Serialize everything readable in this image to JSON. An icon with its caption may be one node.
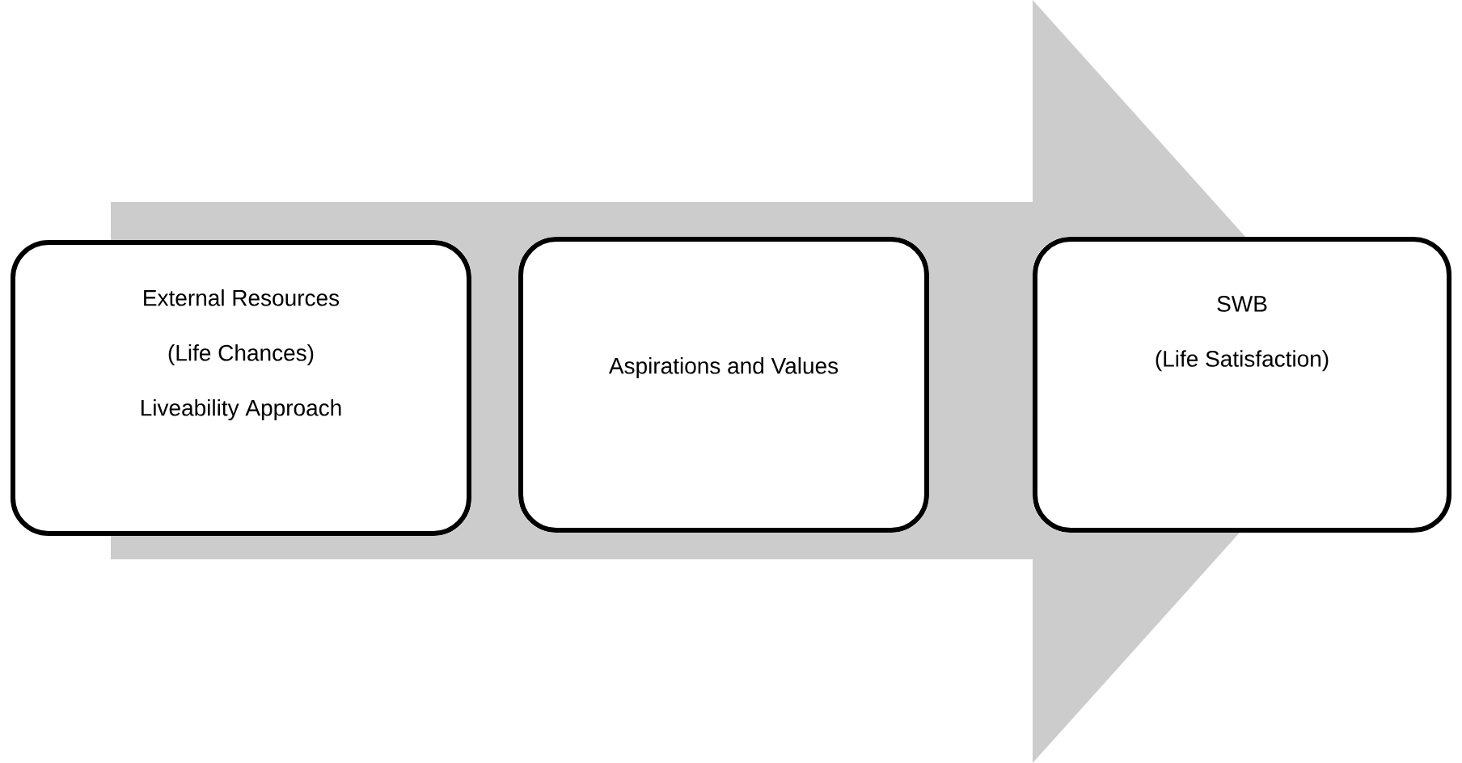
{
  "diagram": {
    "nodes": [
      {
        "text": [
          "External Resources",
          "(Life Chances)",
          "Liveability Approach"
        ]
      },
      {
        "text": [
          "Aspirations and Values"
        ]
      },
      {
        "text": [
          "SWB",
          "(Life Satisfaction)"
        ]
      }
    ],
    "edges": [
      {
        "from": 0,
        "to": 2,
        "arrow": "to"
      }
    ]
  }
}
